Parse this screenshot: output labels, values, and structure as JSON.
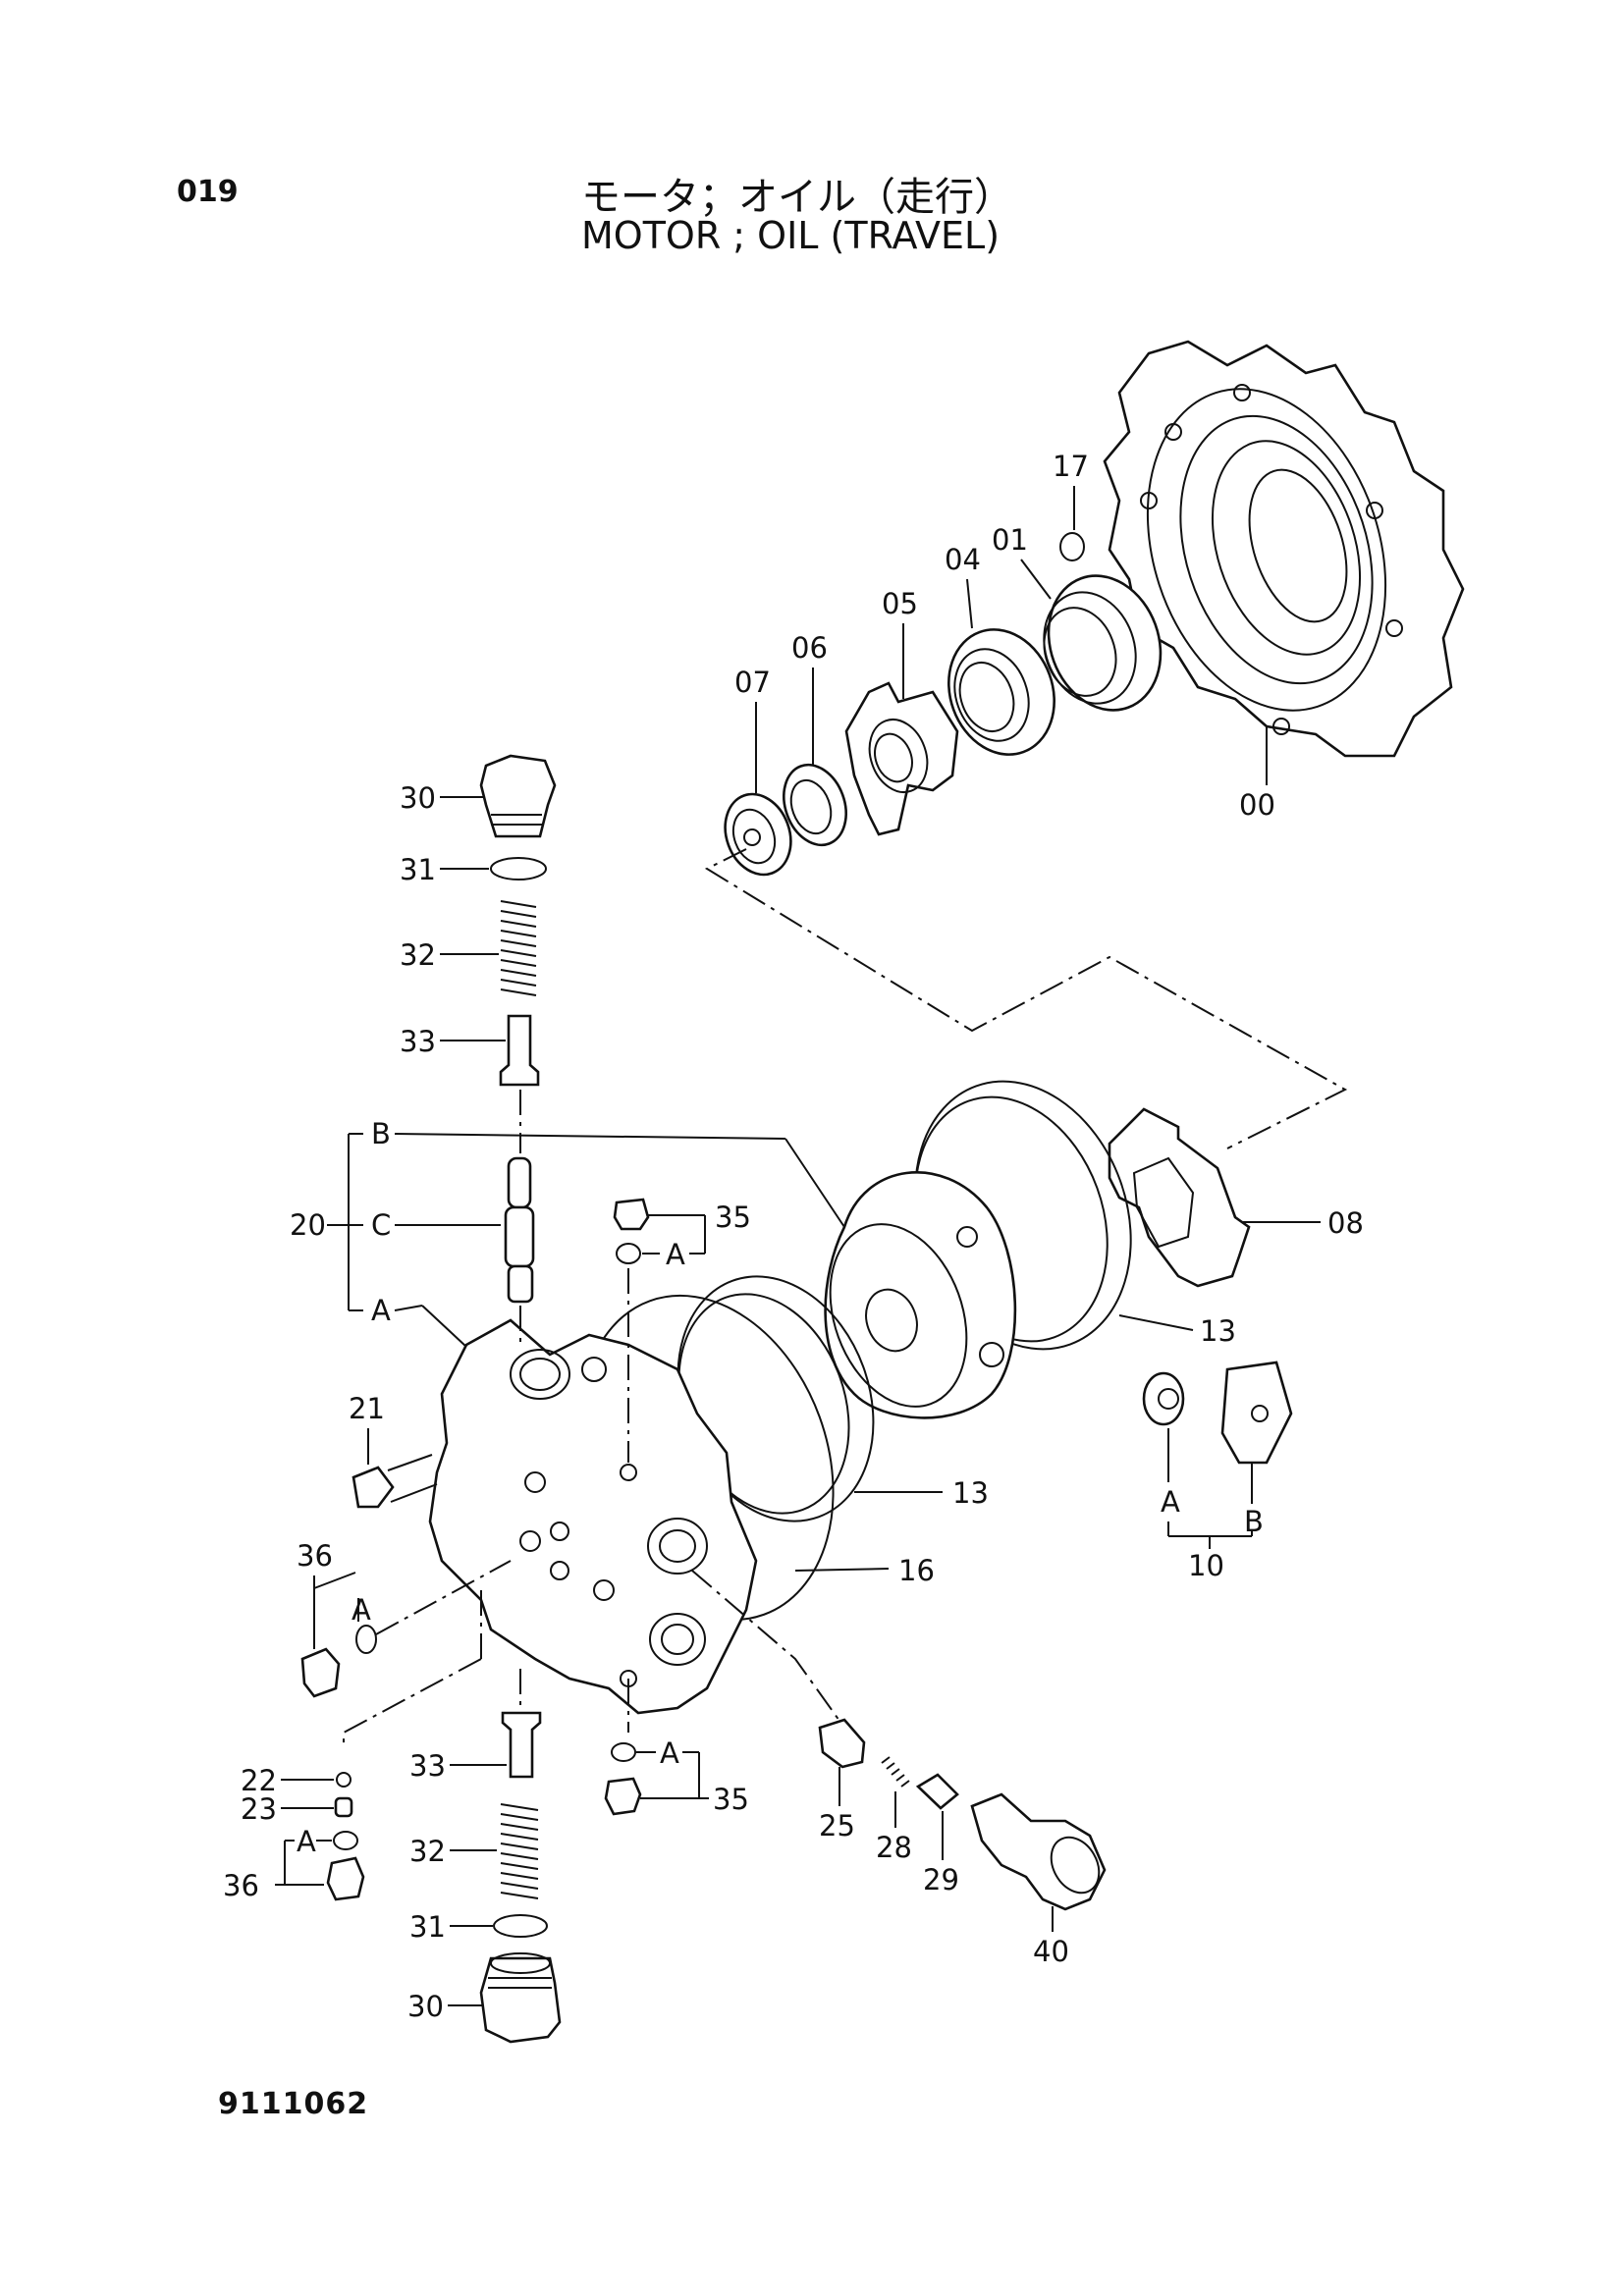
{
  "header": {
    "page_code": "019",
    "title_jp": "モータ；オイル（走行）",
    "title_en": "MOTOR ; OIL (TRAVEL)"
  },
  "footer": {
    "doc_number": "9111062"
  },
  "callouts": {
    "c00": "00",
    "c01": "01",
    "c04": "04",
    "c05": "05",
    "c06": "06",
    "c07": "07",
    "c17": "17",
    "c08": "08",
    "c13a": "13",
    "c13b": "13",
    "c16": "16",
    "c10": "10",
    "c10a": "A",
    "c10b": "B",
    "c20": "20",
    "c20a": "A",
    "c20b": "B",
    "c20c": "C",
    "c21": "21",
    "c22": "22",
    "c23": "23",
    "c25": "25",
    "c28": "28",
    "c29": "29",
    "c30a": "30",
    "c30b": "30",
    "c31a": "31",
    "c31b": "31",
    "c32a": "32",
    "c32b": "32",
    "c33a": "33",
    "c33b": "33",
    "c35a": "35",
    "c35aa": "A",
    "c35b": "35",
    "c35ba": "A",
    "c36a": "36",
    "c36aa": "A",
    "c36b": "36",
    "c36ba": "A",
    "c40": "40"
  }
}
